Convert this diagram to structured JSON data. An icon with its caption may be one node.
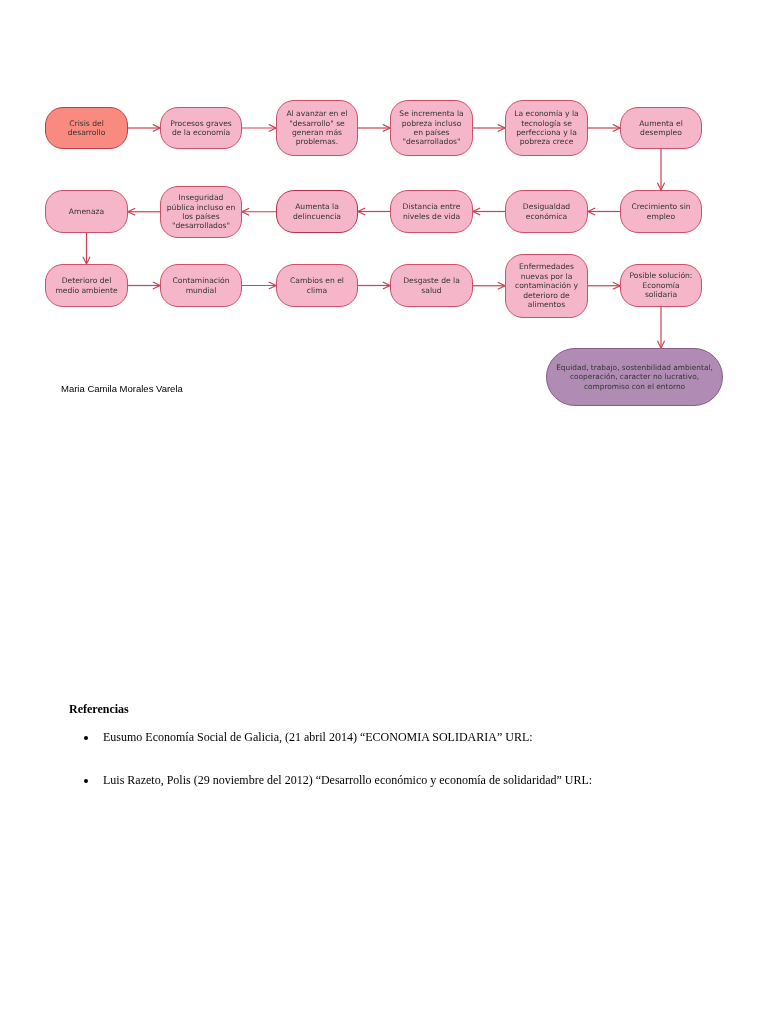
{
  "diagram": {
    "nodes": [
      {
        "text": [
          "Crisis del desarrollo"
        ]
      },
      {
        "text": [
          "Procesos graves de la economía"
        ]
      },
      {
        "text": [
          "Al avanzar en el \"desarrollo\" se generan más problemas."
        ]
      },
      {
        "text": [
          "Se incrementa la pobreza incluso en países \"desarrollados\""
        ]
      },
      {
        "text": [
          "La economía y la tecnología se perfecciona y la pobreza crece"
        ]
      },
      {
        "text": [
          "Aumenta el desempleo"
        ]
      },
      {
        "text": [
          "Crecimiento sin empleo"
        ]
      },
      {
        "text": [
          "Desigualdad económica"
        ]
      },
      {
        "text": [
          "Distancia entre niveles de vida"
        ]
      },
      {
        "text": [
          "Aumenta la delincuencia"
        ]
      },
      {
        "text": [
          "Inseguridad pública incluso en los países \"desarrollados\""
        ]
      },
      {
        "text": [
          "Amenaza"
        ]
      },
      {
        "text": [
          "Deterioro del medio ambiente"
        ]
      },
      {
        "text": [
          "Contaminación mundial"
        ]
      },
      {
        "text": [
          "Cambios en el clima"
        ]
      },
      {
        "text": [
          "Desgaste de la salud"
        ]
      },
      {
        "text": [
          "Enfermedades nuevas por la contaminación y deterioro de alimentos"
        ]
      },
      {
        "text": [
          "Posible solución: Economía solidaria"
        ]
      },
      {
        "text": [
          "Equidad, trabajo, sostenbilidad ambiental, cooperación, caracter no lucrativo, compromiso con el entorno"
        ]
      }
    ],
    "edges": [
      {
        "from": 0,
        "to": 1,
        "arrow": "to"
      },
      {
        "from": 1,
        "to": 2,
        "arrow": "to"
      },
      {
        "from": 2,
        "to": 3,
        "arrow": "to"
      },
      {
        "from": 3,
        "to": 4,
        "arrow": "to"
      },
      {
        "from": 4,
        "to": 5,
        "arrow": "to"
      },
      {
        "from": 5,
        "to": 6,
        "arrow": "to"
      },
      {
        "from": 6,
        "to": 7,
        "arrow": "to"
      },
      {
        "from": 7,
        "to": 8,
        "arrow": "to"
      },
      {
        "from": 8,
        "to": 9,
        "arrow": "to"
      },
      {
        "from": 9,
        "to": 10,
        "arrow": "to"
      },
      {
        "from": 10,
        "to": 11,
        "arrow": "to"
      },
      {
        "from": 11,
        "to": 12,
        "arrow": "to"
      },
      {
        "from": 12,
        "to": 13,
        "arrow": "to"
      },
      {
        "from": 13,
        "to": 14,
        "arrow": "to"
      },
      {
        "from": 14,
        "to": 15,
        "arrow": "to"
      },
      {
        "from": 15,
        "to": 16,
        "arrow": "to"
      },
      {
        "from": 16,
        "to": 17,
        "arrow": "to"
      },
      {
        "from": 17,
        "to": 18,
        "arrow": "to"
      }
    ],
    "labels": [
      "Maria Camila Morales Varela",
      "Referencias",
      "Eusumo Economía Social de Galicia, (21 abril 2014) “ECONOMIA SOLIDARIA” URL:",
      "Luis Razeto, Polis (29 noviembre del 2012) “Desarrollo económico y economía de solidaridad” URL:"
    ]
  }
}
